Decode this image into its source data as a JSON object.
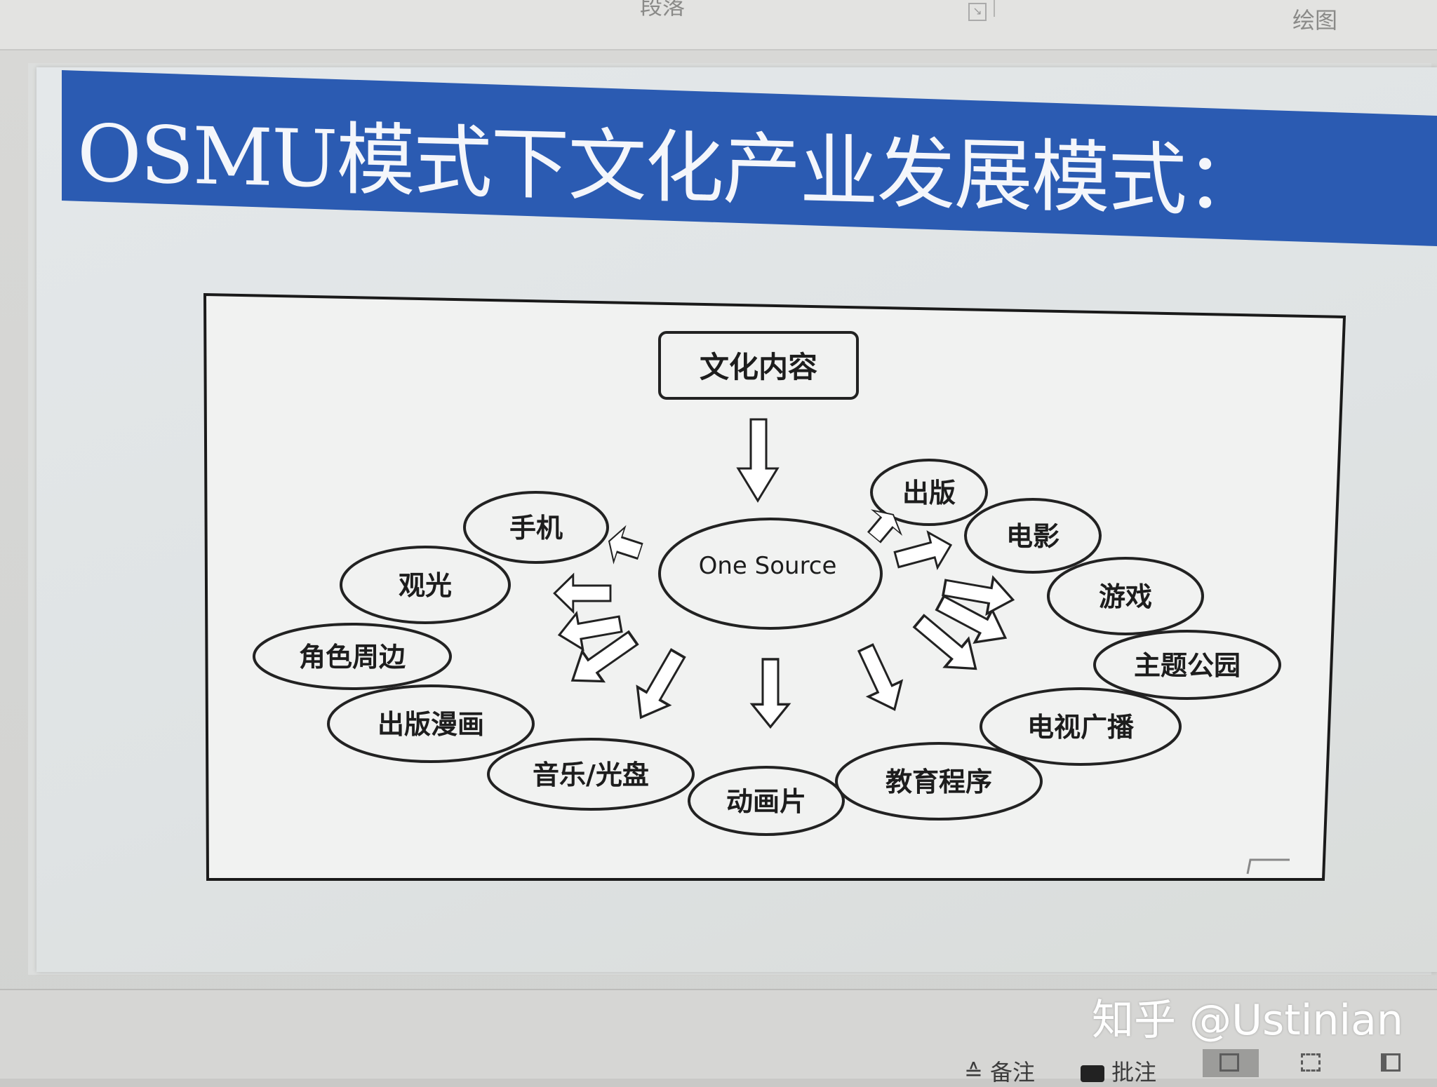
{
  "ribbon": {
    "paragraph_label": "段落",
    "drawing_label": "绘图"
  },
  "slide": {
    "title": "OSMU模式下文化产业发展模式："
  },
  "diagram": {
    "source_box": "文化内容",
    "center": "One Source",
    "nodes": [
      "手机",
      "观光",
      "角色周边",
      "出版漫画",
      "音乐/光盘",
      "动画片",
      "教育程序",
      "电视广播",
      "主题公园",
      "游戏",
      "电影",
      "出版"
    ]
  },
  "status_bar": {
    "notes_label": "备注",
    "comments_label": "批注"
  },
  "watermark": "知乎 @Ustinian"
}
